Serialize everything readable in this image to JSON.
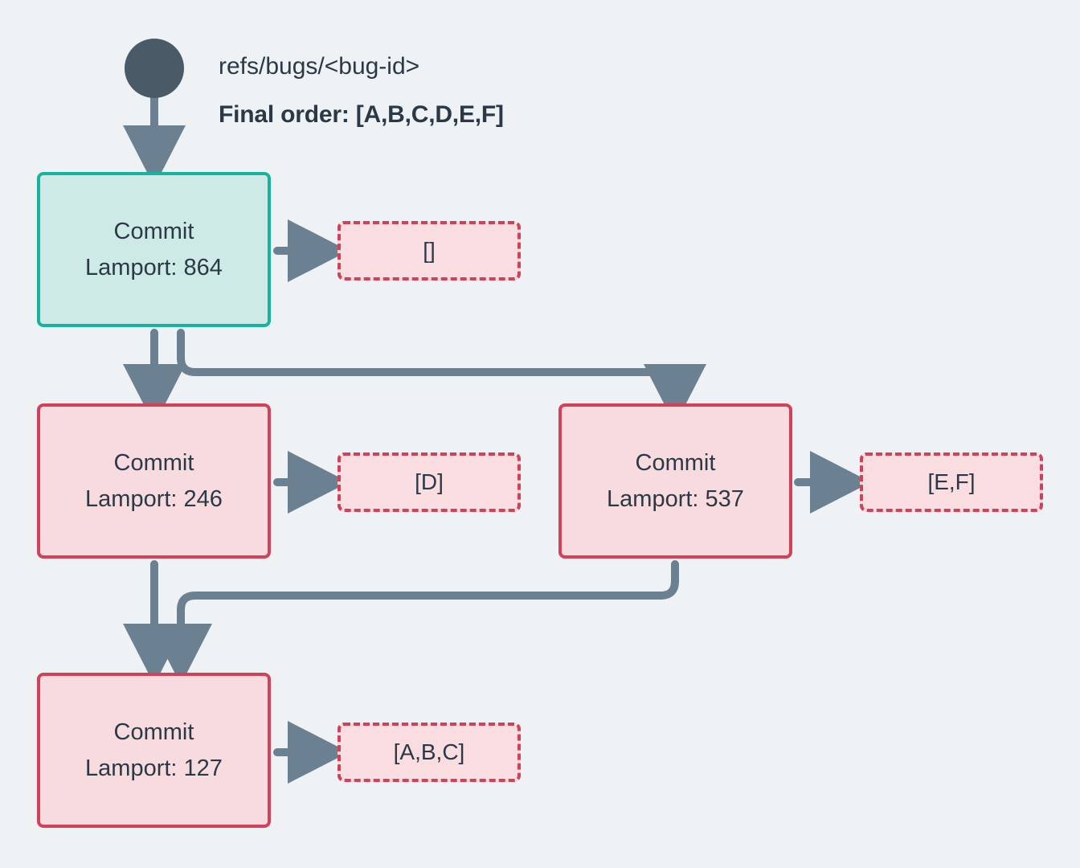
{
  "diagram": {
    "background_color": "#eff2f5",
    "head": {
      "ref_label": "refs/bugs/<bug-id>",
      "final_order_label": "Final order: [A,B,C,D,E,F]",
      "root_dot_color": "#4a5a66"
    },
    "colors": {
      "root_commit_fill": "#cdeae6",
      "root_commit_border": "#17b3a0",
      "commit_fill": "#f7dbdf",
      "commit_border": "#d14159",
      "ops_fill": "#f9dde1",
      "ops_border": "#d14159",
      "edge": "#6b8091",
      "text": "#2b3947"
    },
    "nodes": [
      {
        "id": "c864",
        "title": "Commit",
        "lamport": "Lamport: 864",
        "kind": "root-commit"
      },
      {
        "id": "c246",
        "title": "Commit",
        "lamport": "Lamport: 246",
        "kind": "normal-commit"
      },
      {
        "id": "c537",
        "title": "Commit",
        "lamport": "Lamport: 537",
        "kind": "normal-commit"
      },
      {
        "id": "c127",
        "title": "Commit",
        "lamport": "Lamport: 127",
        "kind": "normal-commit"
      }
    ],
    "ops_boxes": [
      {
        "id": "ops864",
        "label": "[]"
      },
      {
        "id": "ops246",
        "label": "[D]"
      },
      {
        "id": "ops537",
        "label": "[E,F]"
      },
      {
        "id": "ops127",
        "label": "[A,B,C]"
      }
    ]
  }
}
